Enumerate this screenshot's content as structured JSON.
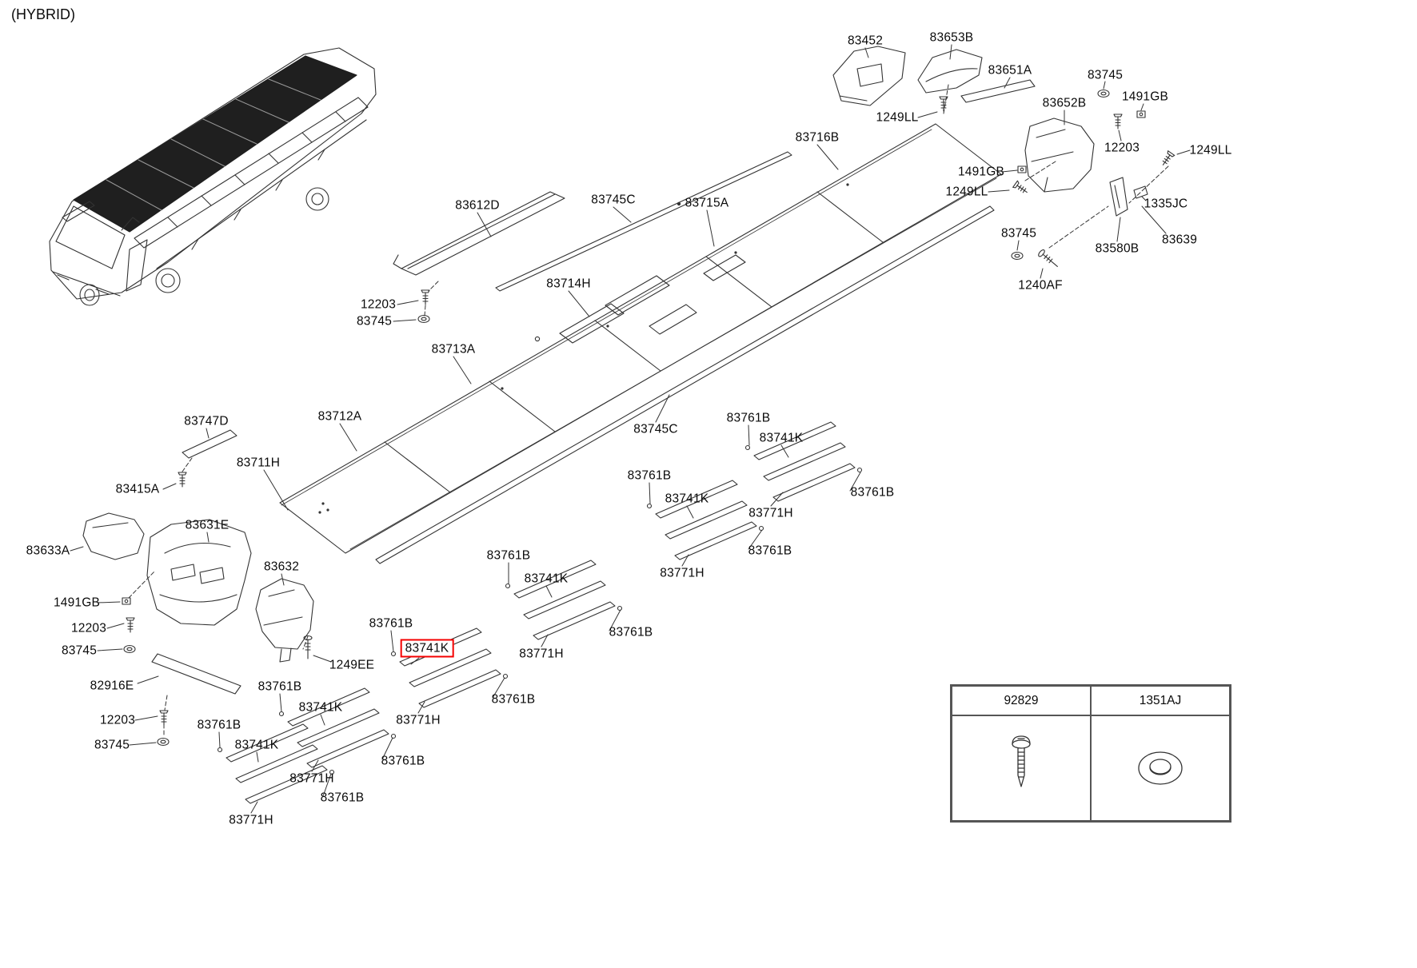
{
  "header": {
    "variant": "(HYBRID)"
  },
  "accent": {
    "highlight_color": "#f40000",
    "line_color": "#333333"
  },
  "selected_part": "83741K",
  "labels": [
    {
      "text": "83452"
    },
    {
      "text": "83653B"
    },
    {
      "text": "83651A"
    },
    {
      "text": "83745"
    },
    {
      "text": "1491GB"
    },
    {
      "text": "83652B"
    },
    {
      "text": "1249LL"
    },
    {
      "text": "12203"
    },
    {
      "text": "1249LL"
    },
    {
      "text": "1491GB"
    },
    {
      "text": "1249LL"
    },
    {
      "text": "1335JC"
    },
    {
      "text": "83716B"
    },
    {
      "text": "83745"
    },
    {
      "text": "83639"
    },
    {
      "text": "83580B"
    },
    {
      "text": "1240AF"
    },
    {
      "text": "83612D"
    },
    {
      "text": "83745C"
    },
    {
      "text": "83715A"
    },
    {
      "text": "83714H"
    },
    {
      "text": "12203"
    },
    {
      "text": "83745"
    },
    {
      "text": "83713A"
    },
    {
      "text": "83712A"
    },
    {
      "text": "83745C"
    },
    {
      "text": "83747D"
    },
    {
      "text": "83711H"
    },
    {
      "text": "83415A"
    },
    {
      "text": "83761B"
    },
    {
      "text": "83741K"
    },
    {
      "text": "83761B"
    },
    {
      "text": "83771H"
    },
    {
      "text": "83761B"
    },
    {
      "text": "83741K"
    },
    {
      "text": "83761B"
    },
    {
      "text": "83771H"
    },
    {
      "text": "83631E"
    },
    {
      "text": "83633A"
    },
    {
      "text": "83761B"
    },
    {
      "text": "83741K"
    },
    {
      "text": "83761B"
    },
    {
      "text": "83771H"
    },
    {
      "text": "1491GB"
    },
    {
      "text": "12203"
    },
    {
      "text": "83632"
    },
    {
      "text": "83745"
    },
    {
      "text": "83761B"
    },
    {
      "text": "83741K",
      "highlighted": true
    },
    {
      "text": "1249EE"
    },
    {
      "text": "82916E"
    },
    {
      "text": "83761B"
    },
    {
      "text": "83741K"
    },
    {
      "text": "83761B"
    },
    {
      "text": "83771H"
    },
    {
      "text": "12203"
    },
    {
      "text": "83761B"
    },
    {
      "text": "83745"
    },
    {
      "text": "83741K"
    },
    {
      "text": "83761B"
    },
    {
      "text": "83771H"
    },
    {
      "text": "83761B"
    },
    {
      "text": "83771H"
    }
  ],
  "table": {
    "columns": [
      {
        "part": "92829",
        "icon": "tapping-screw-icon"
      },
      {
        "part": "1351AJ",
        "icon": "grommet-icon"
      }
    ]
  }
}
